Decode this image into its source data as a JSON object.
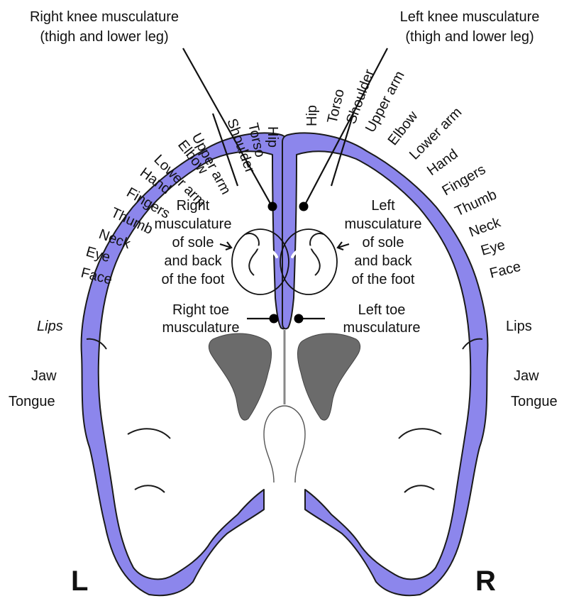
{
  "labels": {
    "right_knee_line1": "Right knee musculature",
    "right_knee_line2": "(thigh and lower leg)",
    "left_knee_line1": "Left knee musculature",
    "left_knee_line2": "(thigh and lower leg)",
    "right_sole_lines": [
      "Right",
      "musculature",
      "of sole",
      "and back",
      "of the foot"
    ],
    "left_sole_lines": [
      "Left",
      "musculature",
      "of sole",
      "and back",
      "of the foot"
    ],
    "right_toe_lines": [
      "Right toe",
      "musculature"
    ],
    "left_toe_lines": [
      "Left toe",
      "musculature"
    ],
    "body_parts_left_hemisphere": [
      "Hip",
      "Torso",
      "Shoulder",
      "Upper arm",
      "Elbow",
      "Lower arm",
      "Hand",
      "Fingers",
      "Thumb",
      "Neck",
      "Eye",
      "Face",
      "Lips",
      "Jaw",
      "Tongue"
    ],
    "body_parts_right_hemisphere": [
      "Hip",
      "Torso",
      "Shoulder",
      "Upper arm",
      "Elbow",
      "Lower arm",
      "Hand",
      "Fingers",
      "Thumb",
      "Neck",
      "Eye",
      "Face",
      "Lips",
      "Jaw",
      "Tongue"
    ],
    "side_left": "L",
    "side_right": "R"
  },
  "colors": {
    "cortex": "#8c86ec",
    "basal_ganglia": "#6b6b6b",
    "outline": "#1a1a1a",
    "background": "#ffffff"
  }
}
